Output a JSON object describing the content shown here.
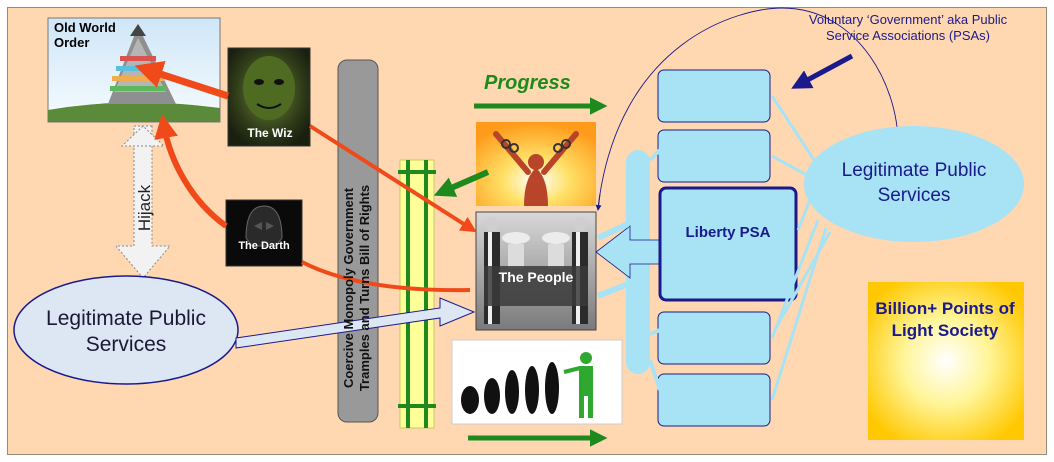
{
  "old_world_order": {
    "title": "Old World Order"
  },
  "wiz": {
    "label": "The Wiz"
  },
  "darth": {
    "label": "The Darth"
  },
  "people": {
    "label": "The People"
  },
  "hijack": {
    "label": "Hijack"
  },
  "coercive": {
    "label": "Coercive Monopoly Government Tramples and Turns Bill of Rights"
  },
  "progress": {
    "label": "Progress"
  },
  "voluntary": {
    "label": "Voluntary ‘Government’ aka Public Service Associations (PSAs)"
  },
  "lps_right": {
    "label": "Legitimate Public Services"
  },
  "lps_left": {
    "label": "Legitimate Public Services"
  },
  "liberty": {
    "label": "Liberty PSA"
  },
  "billion": {
    "label": "Billion+ Points of Light Society"
  },
  "colors": {
    "background": "#ffd8b1",
    "red_arrow": "#f04a1a",
    "green_arrow": "#1e8a1e",
    "light_blue": "#a8e2f5",
    "dark_navy": "#1a1a8c",
    "yellow_bar": "#ffff99"
  }
}
